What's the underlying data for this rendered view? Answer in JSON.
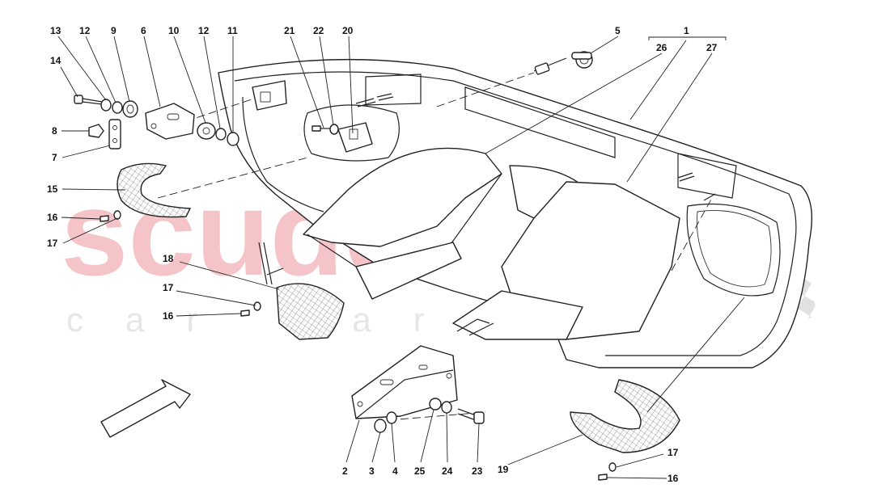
{
  "watermark": {
    "brand": "scuderia",
    "subtitle": "car parts"
  },
  "callouts": [
    {
      "id": "13",
      "text": "13"
    },
    {
      "id": "12a",
      "text": "12"
    },
    {
      "id": "9",
      "text": "9"
    },
    {
      "id": "6",
      "text": "6"
    },
    {
      "id": "10",
      "text": "10"
    },
    {
      "id": "12b",
      "text": "12"
    },
    {
      "id": "11",
      "text": "11"
    },
    {
      "id": "14",
      "text": "14"
    },
    {
      "id": "8",
      "text": "8"
    },
    {
      "id": "7",
      "text": "7"
    },
    {
      "id": "15",
      "text": "15"
    },
    {
      "id": "16a",
      "text": "16"
    },
    {
      "id": "17a",
      "text": "17"
    },
    {
      "id": "21",
      "text": "21"
    },
    {
      "id": "22",
      "text": "22"
    },
    {
      "id": "20",
      "text": "20"
    },
    {
      "id": "5",
      "text": "5"
    },
    {
      "id": "1",
      "text": "1"
    },
    {
      "id": "26",
      "text": "26"
    },
    {
      "id": "27",
      "text": "27"
    },
    {
      "id": "18",
      "text": "18"
    },
    {
      "id": "17b",
      "text": "17"
    },
    {
      "id": "16b",
      "text": "16"
    },
    {
      "id": "2",
      "text": "2"
    },
    {
      "id": "3",
      "text": "3"
    },
    {
      "id": "4",
      "text": "4"
    },
    {
      "id": "25",
      "text": "25"
    },
    {
      "id": "24",
      "text": "24"
    },
    {
      "id": "23",
      "text": "23"
    },
    {
      "id": "19",
      "text": "19"
    },
    {
      "id": "17c",
      "text": "17"
    },
    {
      "id": "16c",
      "text": "16"
    }
  ]
}
